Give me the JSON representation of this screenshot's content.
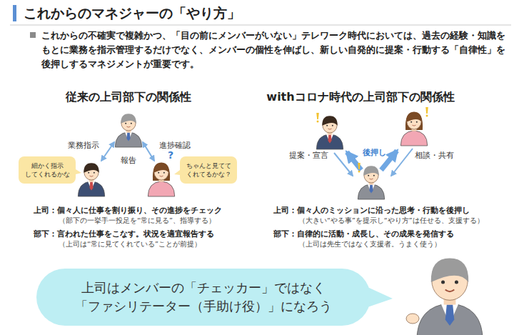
{
  "diagram": {
    "title": "これからのマネジャーの「やり方」",
    "nodes": [
      {
        "text": [
          "細かく指示 してくれるかな"
        ]
      },
      {
        "text": [
          "ちゃんと見てて くれてるかな？"
        ]
      },
      {
        "text": [
          "上司はメンバーの「チェッカー」ではなく 「ファシリテーター（手助け役）」になろう"
        ]
      }
    ],
    "labels": [
      "これからの不確実で複雑かつ、「目の前にメンバーがいない」テレワーク時代においては、過去の経験・知識をもとに業務を指示管理するだけでなく、メンバーの個性を伸ばし、新しい自発的に提案・行動する「自律性」を後押しするマネジメントが重要です。",
      "従来の上司部下の関係性",
      "業務指示",
      "報告",
      "進捗確認",
      "上司：個々人に仕事を割り振り、その進捗をチェック",
      "（部下の一挙手一投足を“常に見る”、指導する）",
      "部下：言われた仕事をこなす。状況を適宜報告する",
      "（上司は“常に見てくれている”ことが前提）",
      "withコロナ時代の上司部下の関係性",
      "提案・宣言",
      "後押し",
      "相談・共有",
      "上司：個々人のミッションに沿った思考・行動を後押し",
      "（大きい“やる事”を提示し“やり方”は任せる、支援する）",
      "部下：自律的に活動・成長し、その成果を発信する",
      "（上司は先生ではなく支援者。うまく使う）",
      "?"
    ]
  }
}
